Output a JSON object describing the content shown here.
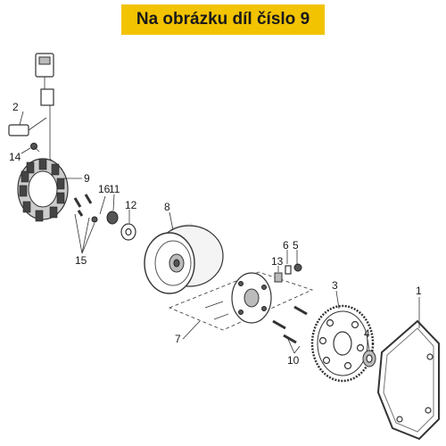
{
  "banner": {
    "title": "Na obrázku díl číslo 9"
  },
  "callouts": [
    {
      "id": "c1",
      "label": "1"
    },
    {
      "id": "c2",
      "label": "2"
    },
    {
      "id": "c3",
      "label": "3"
    },
    {
      "id": "c4",
      "label": "4"
    },
    {
      "id": "c5",
      "label": "5"
    },
    {
      "id": "c6",
      "label": "6"
    },
    {
      "id": "c7",
      "label": "7"
    },
    {
      "id": "c8",
      "label": "8"
    },
    {
      "id": "c9",
      "label": "9"
    },
    {
      "id": "c10",
      "label": "10"
    },
    {
      "id": "c11",
      "label": "11"
    },
    {
      "id": "c12",
      "label": "12"
    },
    {
      "id": "c13",
      "label": "13"
    },
    {
      "id": "c14",
      "label": "14"
    },
    {
      "id": "c15",
      "label": "15"
    },
    {
      "id": "c16",
      "label": "16"
    }
  ]
}
